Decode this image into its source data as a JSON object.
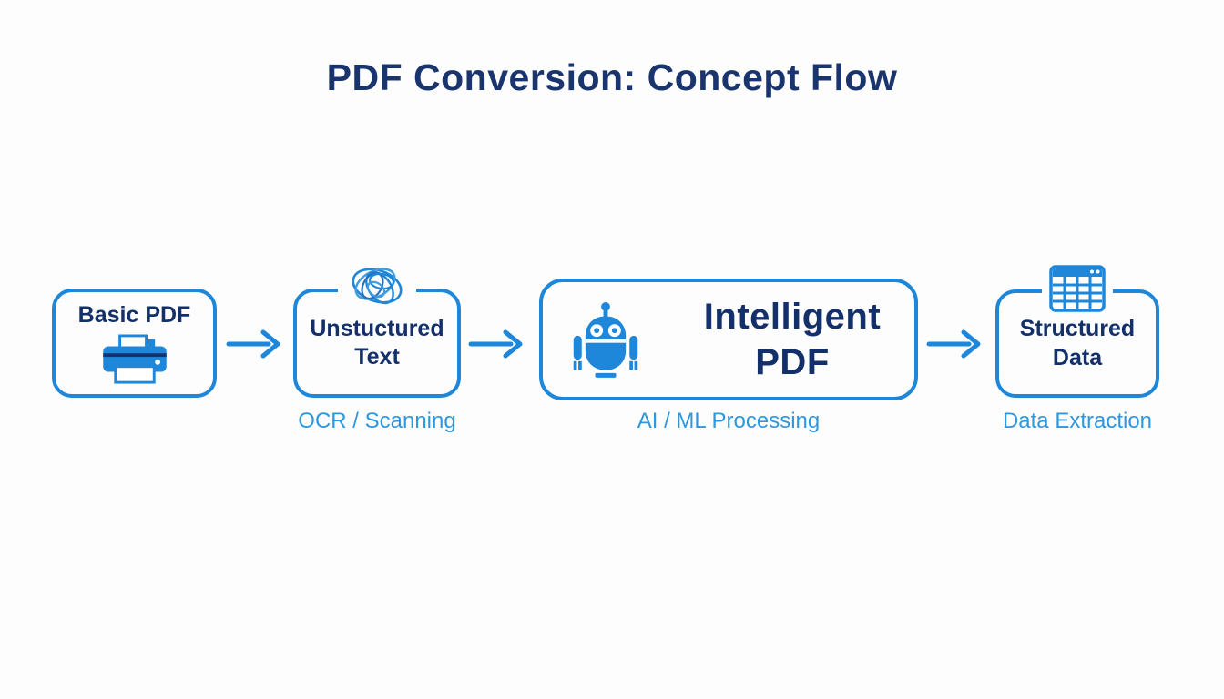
{
  "page": {
    "title": "PDF Conversion: Concept Flow"
  },
  "colors": {
    "accent_blue": "#1e87d9",
    "dark_navy": "#14306b",
    "title_navy": "#1a356e",
    "sublabel_blue": "#2f97dd",
    "background": "#fdfdfd"
  },
  "flow": {
    "nodes": [
      {
        "label": "Basic PDF",
        "icon": "printer-icon",
        "sublabel": ""
      },
      {
        "label": "Unstuctured Text",
        "icon": "scribble-icon",
        "sublabel": "OCR / Scanning"
      },
      {
        "label": "Intelligent PDF",
        "icon": "robot-icon",
        "sublabel": "AI / ML Processing"
      },
      {
        "label": "Structured Data",
        "icon": "table-icon",
        "sublabel": "Data Extraction"
      }
    ],
    "arrow_count": 3
  }
}
